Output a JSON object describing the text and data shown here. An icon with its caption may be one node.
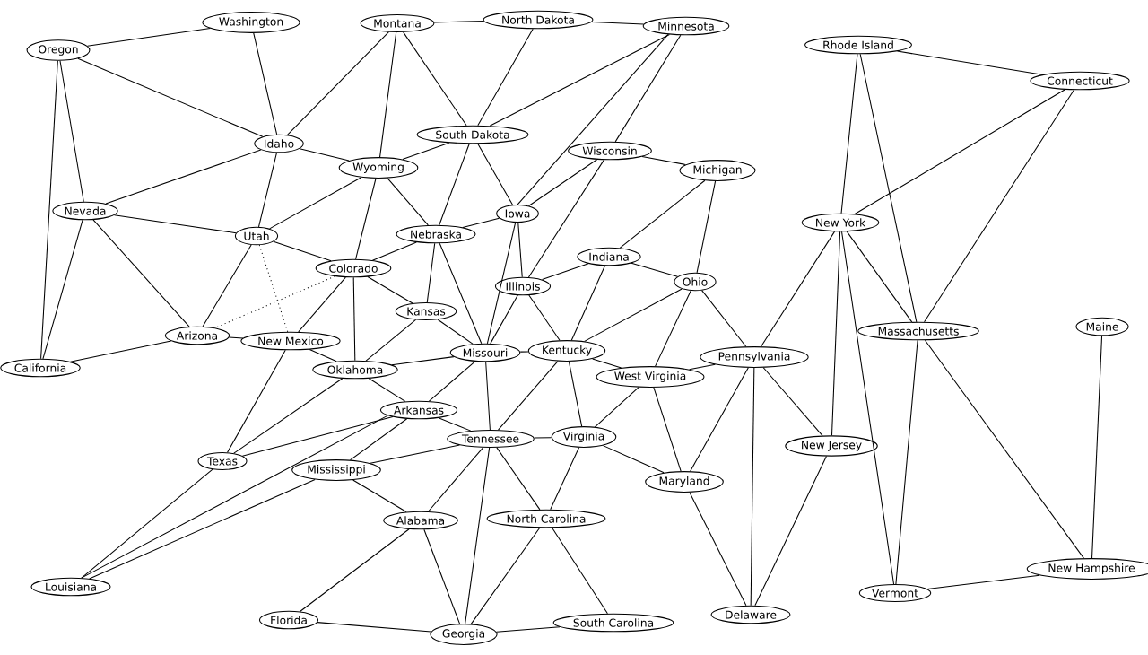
{
  "diagram": {
    "nodes": [
      {
        "text": [
          "Oregon"
        ]
      },
      {
        "text": [
          "Washington"
        ]
      },
      {
        "text": [
          "Montana"
        ]
      },
      {
        "text": [
          "North Dakota"
        ]
      },
      {
        "text": [
          "Minnesota"
        ]
      },
      {
        "text": [
          "Rhode Island"
        ]
      },
      {
        "text": [
          "Connecticut"
        ]
      },
      {
        "text": [
          "Idaho"
        ]
      },
      {
        "text": [
          "South Dakota"
        ]
      },
      {
        "text": [
          "Wisconsin"
        ]
      },
      {
        "text": [
          "Michigan"
        ]
      },
      {
        "text": [
          "Wyoming"
        ]
      },
      {
        "text": [
          "Nevada"
        ]
      },
      {
        "text": [
          "Utah"
        ]
      },
      {
        "text": [
          "Iowa"
        ]
      },
      {
        "text": [
          "New York"
        ]
      },
      {
        "text": [
          "Nebraska"
        ]
      },
      {
        "text": [
          "Indiana"
        ]
      },
      {
        "text": [
          "Colorado"
        ]
      },
      {
        "text": [
          "Ohio"
        ]
      },
      {
        "text": [
          "Illinois"
        ]
      },
      {
        "text": [
          "Kansas"
        ]
      },
      {
        "text": [
          "Massachusetts"
        ]
      },
      {
        "text": [
          "Maine"
        ]
      },
      {
        "text": [
          "Arizona"
        ]
      },
      {
        "text": [
          "New Mexico"
        ]
      },
      {
        "text": [
          "Missouri"
        ]
      },
      {
        "text": [
          "Kentucky"
        ]
      },
      {
        "text": [
          "California"
        ]
      },
      {
        "text": [
          "Oklahoma"
        ]
      },
      {
        "text": [
          "Pennsylvania"
        ]
      },
      {
        "text": [
          "West Virginia"
        ]
      },
      {
        "text": [
          "Arkansas"
        ]
      },
      {
        "text": [
          "Tennessee"
        ]
      },
      {
        "text": [
          "Virginia"
        ]
      },
      {
        "text": [
          "New Jersey"
        ]
      },
      {
        "text": [
          "Texas"
        ]
      },
      {
        "text": [
          "Mississippi"
        ]
      },
      {
        "text": [
          "Maryland"
        ]
      },
      {
        "text": [
          "Alabama"
        ]
      },
      {
        "text": [
          "North Carolina"
        ]
      },
      {
        "text": [
          "Louisiana"
        ]
      },
      {
        "text": [
          "New Hampshire"
        ]
      },
      {
        "text": [
          "Vermont"
        ]
      },
      {
        "text": [
          "Florida"
        ]
      },
      {
        "text": [
          "Delaware"
        ]
      },
      {
        "text": [
          "Georgia"
        ]
      },
      {
        "text": [
          "South Carolina"
        ]
      }
    ],
    "edges": [
      {
        "from": 0,
        "to": 1,
        "arrow": "none"
      },
      {
        "from": 0,
        "to": 7,
        "arrow": "none"
      },
      {
        "from": 0,
        "to": 12,
        "arrow": "none"
      },
      {
        "from": 0,
        "to": 28,
        "arrow": "none"
      },
      {
        "from": 1,
        "to": 7,
        "arrow": "none"
      },
      {
        "from": 2,
        "to": 3,
        "arrow": "none"
      },
      {
        "from": 2,
        "to": 7,
        "arrow": "none"
      },
      {
        "from": 2,
        "to": 11,
        "arrow": "none"
      },
      {
        "from": 2,
        "to": 8,
        "arrow": "none"
      },
      {
        "from": 3,
        "to": 4,
        "arrow": "none"
      },
      {
        "from": 3,
        "to": 8,
        "arrow": "none"
      },
      {
        "from": 4,
        "to": 8,
        "arrow": "none"
      },
      {
        "from": 4,
        "to": 14,
        "arrow": "none"
      },
      {
        "from": 4,
        "to": 9,
        "arrow": "none"
      },
      {
        "from": 5,
        "to": 6,
        "arrow": "none"
      },
      {
        "from": 5,
        "to": 15,
        "arrow": "none"
      },
      {
        "from": 5,
        "to": 22,
        "arrow": "none"
      },
      {
        "from": 6,
        "to": 15,
        "arrow": "none"
      },
      {
        "from": 6,
        "to": 22,
        "arrow": "none"
      },
      {
        "from": 7,
        "to": 11,
        "arrow": "none"
      },
      {
        "from": 7,
        "to": 12,
        "arrow": "none"
      },
      {
        "from": 7,
        "to": 13,
        "arrow": "none"
      },
      {
        "from": 8,
        "to": 11,
        "arrow": "none"
      },
      {
        "from": 8,
        "to": 16,
        "arrow": "none"
      },
      {
        "from": 8,
        "to": 14,
        "arrow": "none"
      },
      {
        "from": 9,
        "to": 14,
        "arrow": "none"
      },
      {
        "from": 9,
        "to": 20,
        "arrow": "none"
      },
      {
        "from": 9,
        "to": 10,
        "arrow": "none"
      },
      {
        "from": 10,
        "to": 17,
        "arrow": "none"
      },
      {
        "from": 10,
        "to": 19,
        "arrow": "none"
      },
      {
        "from": 11,
        "to": 13,
        "arrow": "none"
      },
      {
        "from": 11,
        "to": 18,
        "arrow": "none"
      },
      {
        "from": 11,
        "to": 16,
        "arrow": "none"
      },
      {
        "from": 12,
        "to": 13,
        "arrow": "none"
      },
      {
        "from": 12,
        "to": 24,
        "arrow": "none"
      },
      {
        "from": 12,
        "to": 28,
        "arrow": "none"
      },
      {
        "from": 13,
        "to": 18,
        "arrow": "none"
      },
      {
        "from": 13,
        "to": 24,
        "arrow": "none"
      },
      {
        "from": 13,
        "to": 25,
        "arrow": "none",
        "style": "dashed"
      },
      {
        "from": 14,
        "to": 16,
        "arrow": "none"
      },
      {
        "from": 14,
        "to": 20,
        "arrow": "none"
      },
      {
        "from": 14,
        "to": 26,
        "arrow": "none"
      },
      {
        "from": 15,
        "to": 30,
        "arrow": "none"
      },
      {
        "from": 15,
        "to": 35,
        "arrow": "none"
      },
      {
        "from": 15,
        "to": 43,
        "arrow": "none"
      },
      {
        "from": 15,
        "to": 22,
        "arrow": "none"
      },
      {
        "from": 16,
        "to": 18,
        "arrow": "none"
      },
      {
        "from": 16,
        "to": 21,
        "arrow": "none"
      },
      {
        "from": 16,
        "to": 26,
        "arrow": "none"
      },
      {
        "from": 17,
        "to": 20,
        "arrow": "none"
      },
      {
        "from": 17,
        "to": 19,
        "arrow": "none"
      },
      {
        "from": 17,
        "to": 27,
        "arrow": "none"
      },
      {
        "from": 18,
        "to": 21,
        "arrow": "none"
      },
      {
        "from": 18,
        "to": 29,
        "arrow": "none"
      },
      {
        "from": 18,
        "to": 25,
        "arrow": "none"
      },
      {
        "from": 18,
        "to": 24,
        "arrow": "none",
        "style": "dashed"
      },
      {
        "from": 19,
        "to": 27,
        "arrow": "none"
      },
      {
        "from": 19,
        "to": 31,
        "arrow": "none"
      },
      {
        "from": 19,
        "to": 30,
        "arrow": "none"
      },
      {
        "from": 20,
        "to": 26,
        "arrow": "none"
      },
      {
        "from": 20,
        "to": 27,
        "arrow": "none"
      },
      {
        "from": 21,
        "to": 26,
        "arrow": "none"
      },
      {
        "from": 21,
        "to": 29,
        "arrow": "none"
      },
      {
        "from": 22,
        "to": 43,
        "arrow": "none"
      },
      {
        "from": 22,
        "to": 42,
        "arrow": "none"
      },
      {
        "from": 23,
        "to": 42,
        "arrow": "none"
      },
      {
        "from": 24,
        "to": 25,
        "arrow": "none"
      },
      {
        "from": 24,
        "to": 28,
        "arrow": "none"
      },
      {
        "from": 25,
        "to": 29,
        "arrow": "none"
      },
      {
        "from": 25,
        "to": 36,
        "arrow": "none"
      },
      {
        "from": 26,
        "to": 27,
        "arrow": "none"
      },
      {
        "from": 26,
        "to": 29,
        "arrow": "none"
      },
      {
        "from": 26,
        "to": 32,
        "arrow": "none"
      },
      {
        "from": 26,
        "to": 33,
        "arrow": "none"
      },
      {
        "from": 27,
        "to": 31,
        "arrow": "none"
      },
      {
        "from": 27,
        "to": 34,
        "arrow": "none"
      },
      {
        "from": 27,
        "to": 33,
        "arrow": "none"
      },
      {
        "from": 29,
        "to": 32,
        "arrow": "none"
      },
      {
        "from": 29,
        "to": 36,
        "arrow": "none"
      },
      {
        "from": 30,
        "to": 31,
        "arrow": "none"
      },
      {
        "from": 30,
        "to": 38,
        "arrow": "none"
      },
      {
        "from": 30,
        "to": 45,
        "arrow": "none"
      },
      {
        "from": 30,
        "to": 35,
        "arrow": "none"
      },
      {
        "from": 31,
        "to": 34,
        "arrow": "none"
      },
      {
        "from": 31,
        "to": 38,
        "arrow": "none"
      },
      {
        "from": 32,
        "to": 33,
        "arrow": "none"
      },
      {
        "from": 32,
        "to": 36,
        "arrow": "none"
      },
      {
        "from": 32,
        "to": 37,
        "arrow": "none"
      },
      {
        "from": 32,
        "to": 41,
        "arrow": "none"
      },
      {
        "from": 33,
        "to": 34,
        "arrow": "none"
      },
      {
        "from": 33,
        "to": 37,
        "arrow": "none"
      },
      {
        "from": 33,
        "to": 39,
        "arrow": "none"
      },
      {
        "from": 33,
        "to": 40,
        "arrow": "none"
      },
      {
        "from": 33,
        "to": 46,
        "arrow": "none"
      },
      {
        "from": 34,
        "to": 38,
        "arrow": "none"
      },
      {
        "from": 34,
        "to": 40,
        "arrow": "none"
      },
      {
        "from": 35,
        "to": 45,
        "arrow": "none"
      },
      {
        "from": 36,
        "to": 41,
        "arrow": "none"
      },
      {
        "from": 37,
        "to": 39,
        "arrow": "none"
      },
      {
        "from": 37,
        "to": 41,
        "arrow": "none"
      },
      {
        "from": 38,
        "to": 45,
        "arrow": "none"
      },
      {
        "from": 39,
        "to": 44,
        "arrow": "none"
      },
      {
        "from": 39,
        "to": 46,
        "arrow": "none"
      },
      {
        "from": 40,
        "to": 46,
        "arrow": "none"
      },
      {
        "from": 40,
        "to": 47,
        "arrow": "none"
      },
      {
        "from": 42,
        "to": 43,
        "arrow": "none"
      },
      {
        "from": 44,
        "to": 46,
        "arrow": "none"
      },
      {
        "from": 46,
        "to": 47,
        "arrow": "none"
      }
    ]
  }
}
